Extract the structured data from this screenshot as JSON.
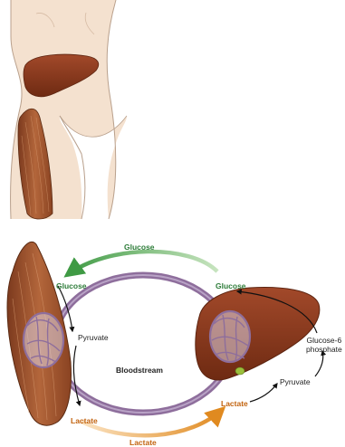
{
  "labels": {
    "glucose_top": "Glucose",
    "glucose_left": "Glucose",
    "glucose_right": "Glucose",
    "pyruvate_muscle": "Pyruvate",
    "bloodstream": "Bloodstream",
    "lactate_muscle": "Lactate",
    "lactate_liver": "Lactate",
    "lactate_bottom": "Lactate",
    "pyruvate_liver": "Pyruvate",
    "g6p_line1": "Glucose-6",
    "g6p_line2": "phosphate"
  },
  "colors": {
    "skin": "#f4e1cf",
    "body_outline": "#b9a08c",
    "liver": "#8b3a1c",
    "muscle": "#a0522d",
    "loop": "#8e6e9c",
    "arrow_green": "#4aa14e",
    "arrow_orange": "#e69a33",
    "arrow_black": "#111111"
  }
}
